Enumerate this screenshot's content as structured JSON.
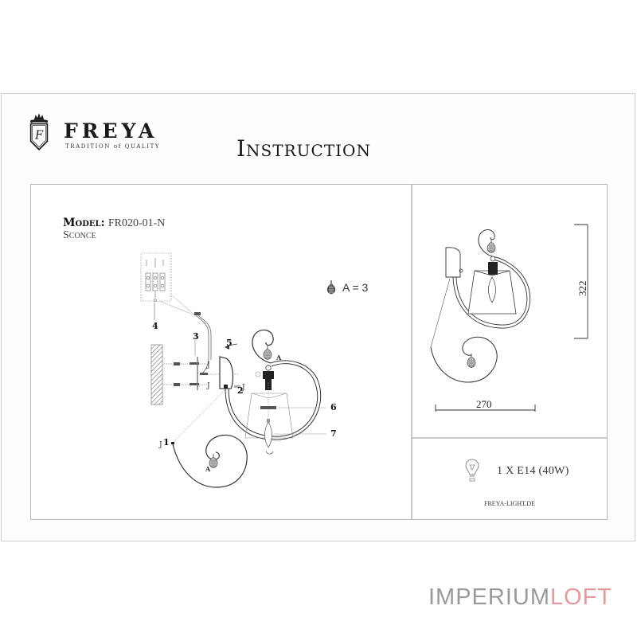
{
  "header": {
    "brand_name": "FREYA",
    "brand_tagline": "TRADITION of QUALITY",
    "title": "Instruction"
  },
  "product": {
    "model_label": "Model:",
    "model_value": "FR020-01-N",
    "type": "Sconce"
  },
  "legend": {
    "crystal_icon": "crystal-drop-icon",
    "crystal_label": "A = 3"
  },
  "assembly": {
    "part_labels": [
      "1",
      "2",
      "3",
      "4",
      "5",
      "6",
      "7"
    ],
    "crystal_marker": "A"
  },
  "dimensions": {
    "height": "322",
    "width": "270"
  },
  "bulb": {
    "icon": "light-bulb-icon",
    "spec": "1 X E14 (40W)"
  },
  "footer": {
    "website": "FREYA-LIGHT.DE"
  },
  "watermark": {
    "part1": "IMPERIUM",
    "part2": "LOFT",
    "color1": "#9a9a9a",
    "color2": "#e39a9a"
  }
}
